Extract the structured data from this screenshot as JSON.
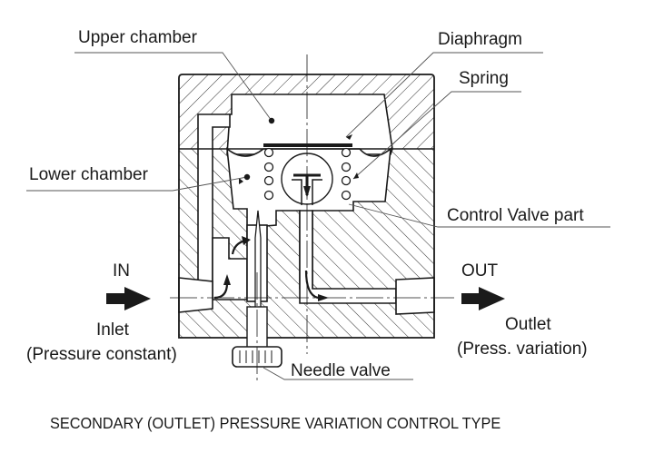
{
  "labels": {
    "upper_chamber": "Upper chamber",
    "diaphragm": "Diaphragm",
    "spring": "Spring",
    "lower_chamber": "Lower chamber",
    "control_valve_part": "Control Valve part",
    "in": "IN",
    "inlet": "Inlet",
    "inlet_note": "(Pressure constant)",
    "out": "OUT",
    "outlet": "Outlet",
    "outlet_note": "(Press. variation)",
    "needle_valve": "Needle valve"
  },
  "caption": "SECONDARY (OUTLET) PRESSURE VARIATION CONTROL TYPE",
  "colors": {
    "ink": "#1a1a1a",
    "leader": "#555555",
    "background": "#ffffff"
  }
}
